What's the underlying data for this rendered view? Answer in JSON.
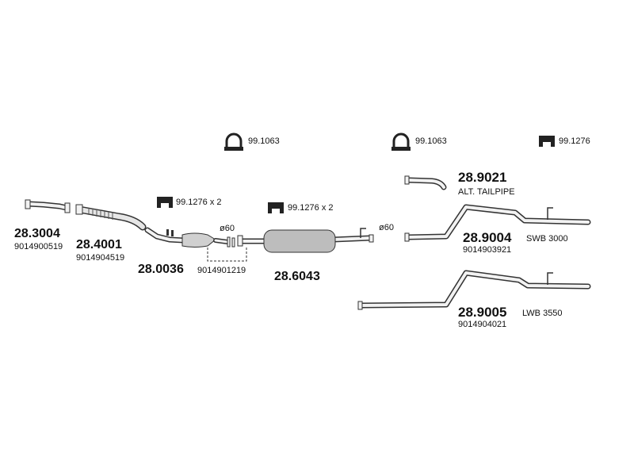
{
  "colors": {
    "line": "#333333",
    "fill_light": "#f2f2f2",
    "fill_muffler": "#bdbdbd",
    "icon": "#222222"
  },
  "clamps": {
    "top_left": "99.1063",
    "top_mid": "99.1063",
    "top_right": "99.1276",
    "mid_left": "99.1276 x 2",
    "mid_center": "99.1276 x 2"
  },
  "parts": {
    "p283004": {
      "number": "28.3004",
      "oe": "9014900519"
    },
    "p284001": {
      "number": "28.4001",
      "oe": "9014904519"
    },
    "p280036": {
      "number": "28.0036",
      "oe": "9014901219",
      "diameter": "ø60"
    },
    "p286043": {
      "number": "28.6043",
      "diameter": "ø60"
    },
    "p289021": {
      "number": "28.9021",
      "note": "ALT. TAILPIPE"
    },
    "p289004": {
      "number": "28.9004",
      "variant": "SWB 3000",
      "oe": "9014903921"
    },
    "p289005": {
      "number": "28.9005",
      "variant": "LWB 3550",
      "oe": "9014904021"
    }
  }
}
